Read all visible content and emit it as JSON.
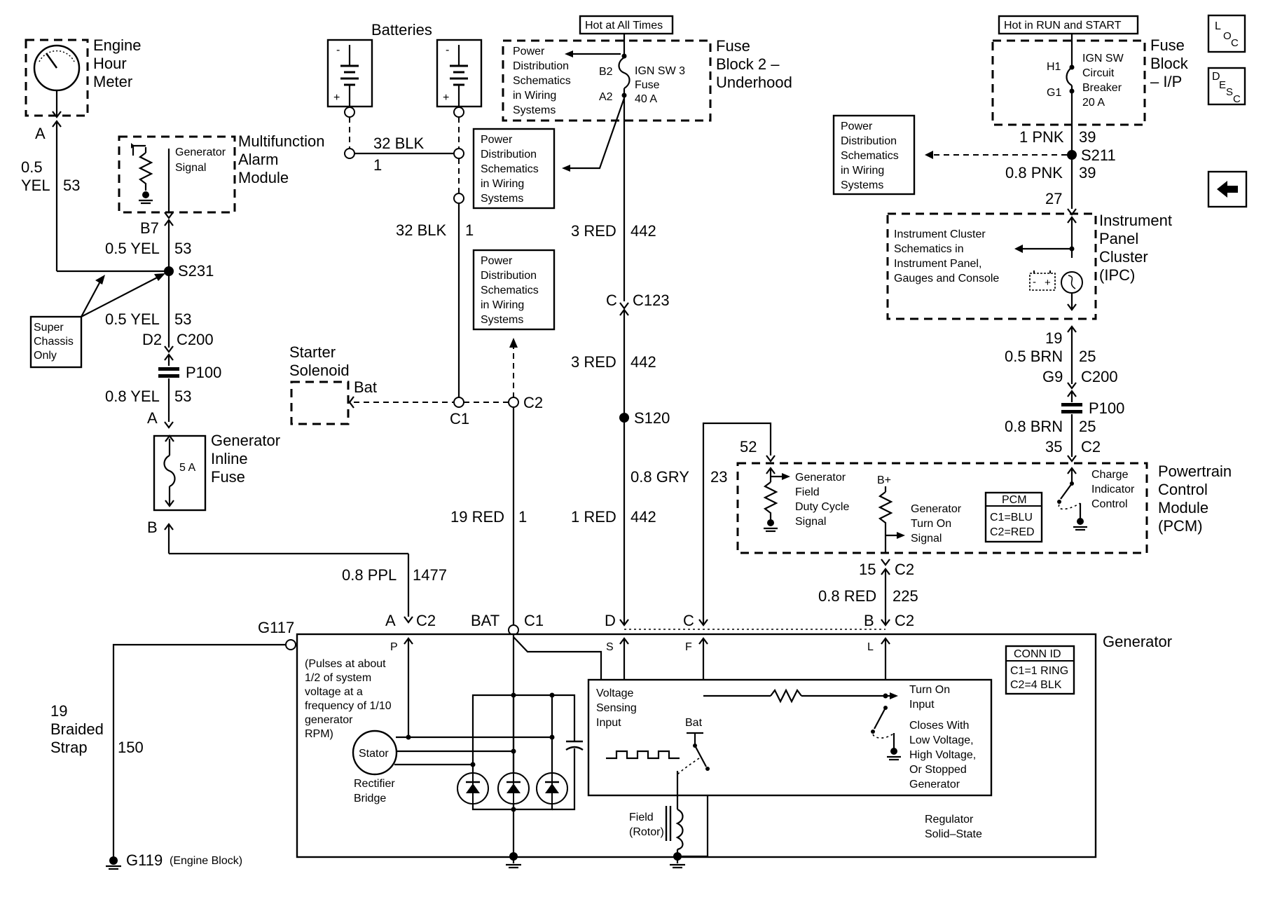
{
  "labels": {
    "engine_hour_meter": [
      "Engine",
      "Hour",
      "Meter"
    ],
    "meter_pin": "A",
    "wire_meter_gauge": "0.5",
    "wire_meter_color": "YEL",
    "wire_meter_circuit": "53",
    "mam": [
      "Multifunction",
      "Alarm",
      "Module"
    ],
    "generator_signal": [
      "Generator",
      "Signal"
    ],
    "mam_pin": "B7",
    "wire_mam_size": "0.5 YEL",
    "wire_mam_circuit": "53",
    "splice_s231": "S231",
    "super_chassis": [
      "Super",
      "Chassis",
      "Only"
    ],
    "wire_s231_size": "0.5 YEL",
    "wire_s231_circuit": "53",
    "conn_d2": "D2",
    "conn_c200_left": "C200",
    "p100_left": "P100",
    "wire_p100_size": "0.8 YEL",
    "wire_p100_circuit": "53",
    "fuse_pin_a": "A",
    "generator_inline_fuse": [
      "Generator",
      "Inline",
      "Fuse"
    ],
    "fuse_rating": "5 A",
    "fuse_pin_b": "B",
    "wire_ppl_size": "0.8 PPL",
    "wire_ppl_circuit": "1477",
    "batteries": "Batteries",
    "wire_32blk_top": "32 BLK",
    "wire_32blk_top_circuit": "1",
    "wire_32blk_mid": "32 BLK",
    "wire_32blk_mid_circuit": "1",
    "pds_text": [
      "Power",
      "Distribution",
      "Schematics",
      "in Wiring",
      "Systems"
    ],
    "starter_solenoid": [
      "Starter",
      "Solenoid"
    ],
    "bat_label": "Bat",
    "conn_c1": "C1",
    "conn_c2": "C2",
    "wire_19red": "19 RED",
    "wire_19red_circuit": "1",
    "hot_at_all_times": "Hot at All Times",
    "fuse_block2": [
      "Fuse",
      "Block 2 –",
      "Underhood"
    ],
    "pin_b2": "B2",
    "pin_a2": "A2",
    "ign_sw3_fuse": [
      "IGN SW 3",
      "Fuse",
      "40 A"
    ],
    "wire_3red_top": "3 RED",
    "wire_3red_top_circuit": "442",
    "conn_c123_pin": "C",
    "conn_c123": "C123",
    "wire_3red_mid": "3 RED",
    "wire_3red_mid_circuit": "442",
    "splice_s120": "S120",
    "wire_1red": "1 RED",
    "wire_1red_circuit": "442",
    "wire_gry": "0.8 GRY",
    "wire_gry_circuit": "23",
    "hot_run_start": "Hot in RUN and START",
    "fuse_block_ip": [
      "Fuse",
      "Block",
      "– I/P"
    ],
    "pin_h1": "H1",
    "pin_g1": "G1",
    "ign_sw_cb": [
      "IGN SW",
      "Circuit",
      "Breaker",
      "20 A"
    ],
    "wire_1pnk": "1 PNK",
    "wire_1pnk_circuit": "39",
    "splice_s211": "S211",
    "wire_08pnk": "0.8 PNK",
    "wire_08pnk_circuit": "39",
    "ipc_pin_27": "27",
    "ipc": [
      "Instrument",
      "Panel",
      "Cluster",
      "(IPC)"
    ],
    "ipc_inner": [
      "Instrument Cluster",
      "Schematics in",
      "Instrument Panel,",
      "Gauges and Console"
    ],
    "ipc_pin_19": "19",
    "wire_brn": "0.5 BRN",
    "wire_brn_circuit": "25",
    "conn_g9": "G9",
    "conn_c200_right": "C200",
    "p100_right": "P100",
    "wire_08brn": "0.8 BRN",
    "wire_08brn_circuit": "25",
    "pcm_pin_35": "35",
    "pcm_conn_c2": "C2",
    "pcm_pin_52": "52",
    "pcm": [
      "Powertrain",
      "Control",
      "Module",
      "(PCM)"
    ],
    "gen_field_duty": [
      "Generator",
      "Field",
      "Duty Cycle",
      "Signal"
    ],
    "b_plus": "B+",
    "gen_turn_on_signal": [
      "Generator",
      "Turn On",
      "Signal"
    ],
    "pcm_box_title": "PCM",
    "pcm_box_c1": "C1=BLU",
    "pcm_box_c2": "C2=RED",
    "charge_indicator": [
      "Charge",
      "Indicator",
      "Control"
    ],
    "pcm_pin_15": "15",
    "pcm_conn_c2b": "C2",
    "wire_08red": "0.8 RED",
    "wire_08red_circuit": "225",
    "g117": "G117",
    "braided": [
      "19",
      "Braided",
      "Strap"
    ],
    "braided_circuit": "150",
    "g119": "G119",
    "g119_note": "(Engine Block)",
    "gen_pin_a": "A",
    "gen_conn_c2_a": "C2",
    "gen_pin_bat": "BAT",
    "gen_conn_c1": "C1",
    "gen_pin_d": "D",
    "gen_pin_c": "C",
    "gen_pin_b": "B",
    "gen_conn_c2_b": "C2",
    "generator": "Generator",
    "term_p": "P",
    "term_s": "S",
    "term_f": "F",
    "term_l": "L",
    "pulses_note": [
      "(Pulses at about",
      "1/2 of system",
      "voltage at a",
      "frequency of 1/10",
      "generator",
      "RPM)"
    ],
    "stator": "Stator",
    "rectifier": [
      "Rectifier",
      "Bridge"
    ],
    "voltage_sensing": [
      "Voltage",
      "Sensing",
      "Input"
    ],
    "reg_bat": "Bat",
    "turn_on_input": [
      "Turn On",
      "Input"
    ],
    "closes_with": [
      "Closes With",
      "Low Voltage,",
      "High Voltage,",
      "Or Stopped",
      "Generator"
    ],
    "field_rotor": [
      "Field",
      "(Rotor)"
    ],
    "regulator": [
      "Regulator",
      "Solid–State"
    ],
    "conn_id_title": "CONN ID",
    "conn_id_c1": "C1=1 RING",
    "conn_id_c2": "C2=4 BLK"
  },
  "nav": {
    "loc": [
      "L",
      "O",
      "C"
    ],
    "desc": [
      "D",
      "E",
      "S",
      "C"
    ]
  }
}
